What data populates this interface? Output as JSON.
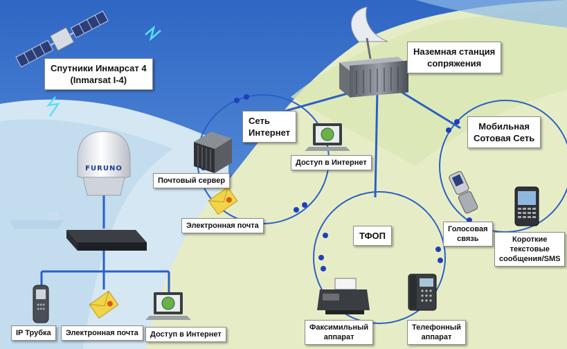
{
  "satellite": {
    "line1": "Спутники Инмарсат  4",
    "line2": "(Inmarsat I-4)"
  },
  "ground_station": {
    "line1": "Наземная станция",
    "line2": "сопряжения"
  },
  "internet": {
    "line1": "Сеть",
    "line2": "Интернет",
    "mail_server": "Почтовый  сервер",
    "internet_access": "Доступ в Интернет",
    "email": "Электронная почта"
  },
  "mobile": {
    "line1": "Мобильная",
    "line2": "Сотовая Сеть",
    "voice_line1": "Голосовая",
    "voice_line2": "связь",
    "sms_line1": "Короткие",
    "sms_line2": "текстовые",
    "sms_line3": "сообщения/SMS"
  },
  "pstn": {
    "title": "ТФОП",
    "fax_line1": "Факсимильный",
    "fax_line2": "аппарат",
    "phone_line1": "Телефонный",
    "phone_line2": "аппарат"
  },
  "terminal": {
    "brand": "FURUNO",
    "ip_handset": "IP Трубка",
    "email": "Электронная почта",
    "internet_access": "Доступ в Интернет"
  },
  "colors": {
    "sky": "#3f7fd0",
    "land": "#e4ebc4",
    "sea": "#cfe4f2",
    "link_line": "#2a5fc6",
    "dot": "#1f3fc0"
  }
}
